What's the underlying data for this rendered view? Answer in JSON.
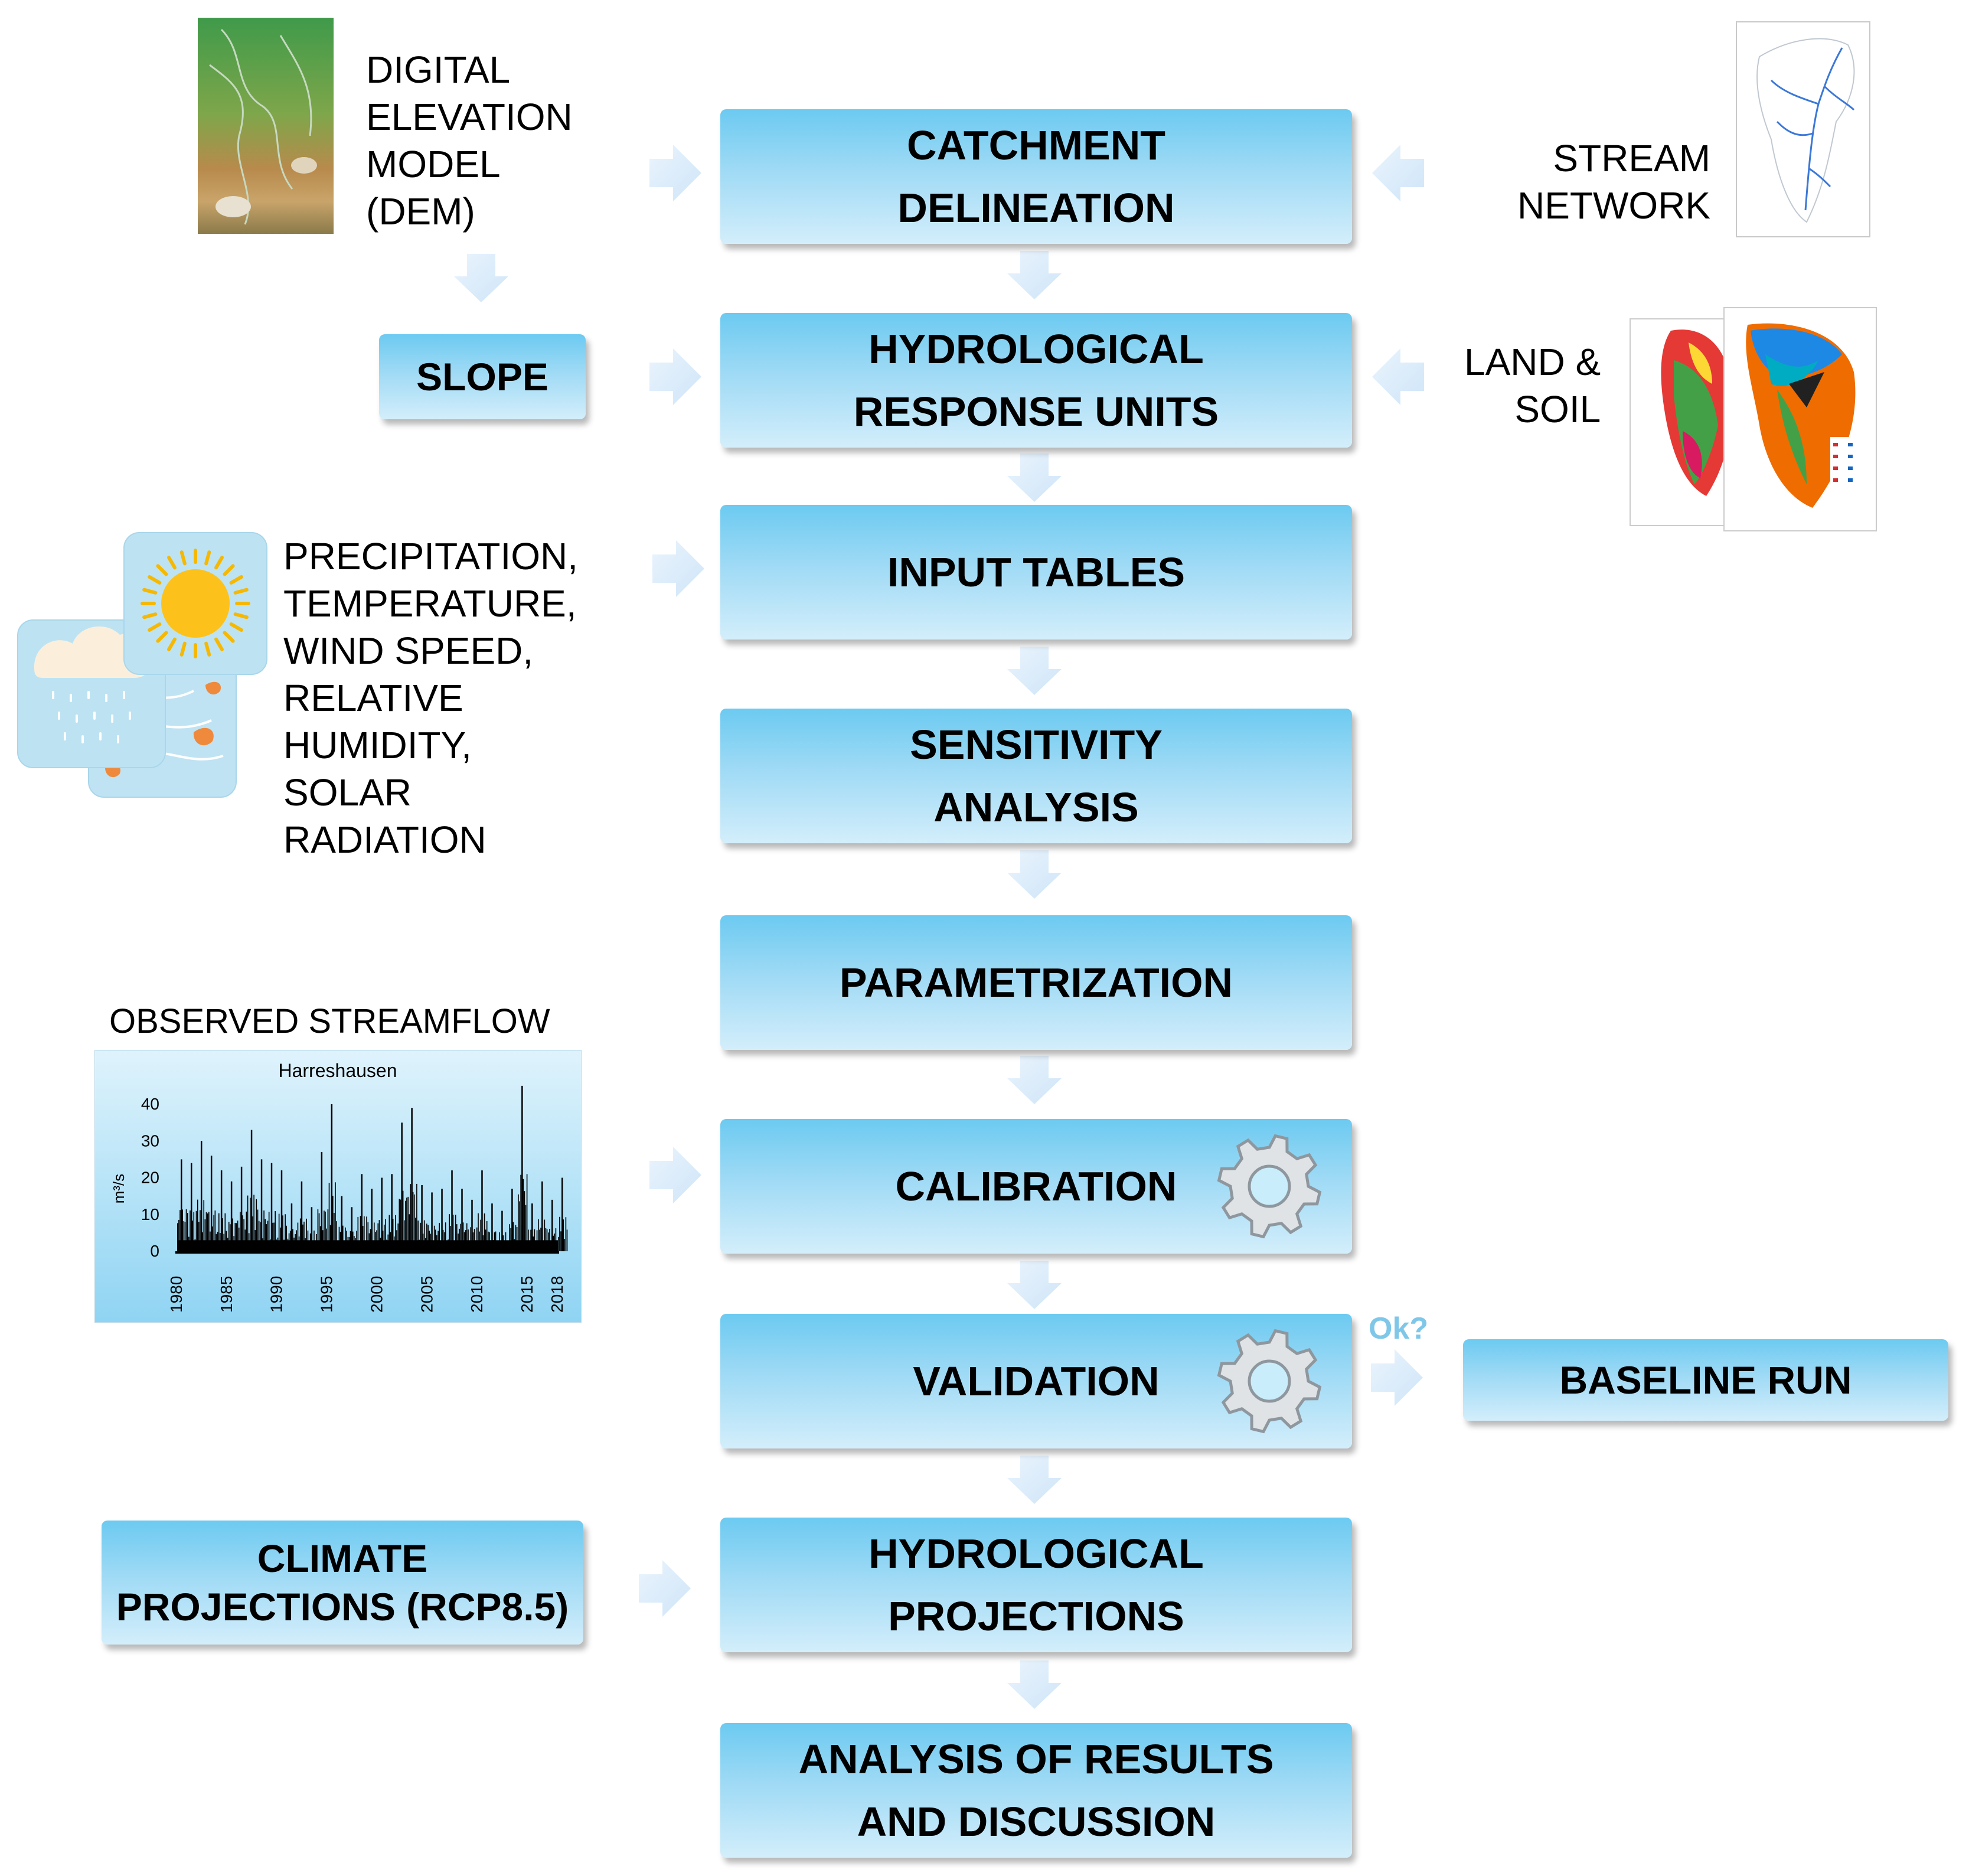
{
  "steps": {
    "catchment": "CATCHMENT\nDELINEATION",
    "hru": "HYDROLOGICAL\nRESPONSE UNITS",
    "input": "INPUT TABLES",
    "sensitivity": "SENSITIVITY\nANALYSIS",
    "param": "PARAMETRIZATION",
    "calibration": "CALIBRATION",
    "validation": "VALIDATION",
    "projections": "HYDROLOGICAL\nPROJECTIONS",
    "analysis": "ANALYSIS OF RESULTS\nAND DISCUSSION"
  },
  "side_boxes": {
    "slope": "SLOPE",
    "climate": "CLIMATE\nPROJECTIONS (RCP8.5)",
    "baseline": "BASELINE RUN"
  },
  "labels": {
    "dem": "DIGITAL\nELEVATION\nMODEL\n(DEM)",
    "stream": "STREAM\nNETWORK",
    "land": "LAND &\nSOIL",
    "weather": "PRECIPITATION,\nTEMPERATURE,\nWIND SPEED,\nRELATIVE\nHUMIDITY,\nSOLAR\nRADIATION",
    "observed": "OBSERVED STREAMFLOW",
    "ok": "Ok?"
  },
  "chart_data": {
    "type": "bar",
    "title": "Harreshausen",
    "xlabel": "",
    "ylabel": "m³/s",
    "ylim": [
      0,
      40
    ],
    "yticks": [
      "0",
      "10",
      "20",
      "30",
      "40"
    ],
    "xticks": [
      "1980",
      "1985",
      "1990",
      "1995",
      "2000",
      "2005",
      "2010",
      "2015",
      "2018"
    ],
    "x": [
      1980,
      1981,
      1982,
      1983,
      1984,
      1985,
      1986,
      1987,
      1988,
      1989,
      1990,
      1991,
      1992,
      1993,
      1994,
      1995,
      1996,
      1997,
      1998,
      1999,
      2000,
      2001,
      2002,
      2003,
      2004,
      2005,
      2006,
      2007,
      2008,
      2009,
      2010,
      2011,
      2012,
      2013,
      2014,
      2015,
      2016,
      2017,
      2018
    ],
    "values": [
      25,
      24,
      30,
      26,
      22,
      19,
      23,
      33,
      25,
      24,
      22,
      13,
      19,
      12,
      27,
      40,
      15,
      12,
      21,
      17,
      20,
      21,
      35,
      39,
      18,
      16,
      17,
      22,
      17,
      14,
      22,
      13,
      11,
      17,
      45,
      13,
      19,
      14,
      20
    ]
  },
  "colors": {
    "box_top": "#6ccaf1",
    "box_bottom": "#d3eefb",
    "arrow": "#dcedfb",
    "ok": "#7fc7e8",
    "gear": "#9aa3ab"
  }
}
